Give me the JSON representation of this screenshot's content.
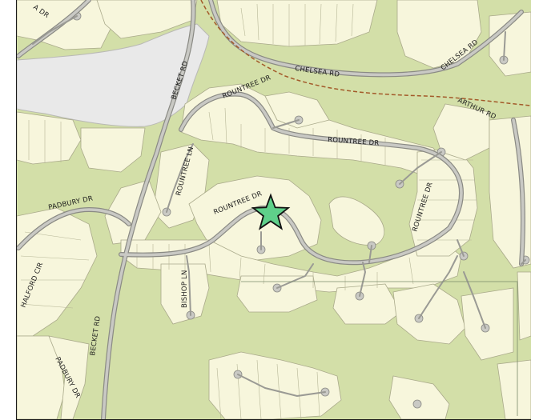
{
  "map": {
    "colors": {
      "land": "#d3dfa8",
      "parcel": "#f7f6dc",
      "parcel_edge": "#a9a98a",
      "road_casing": "#8a8a84",
      "road_fill": "#c9c9c4",
      "water": "#e9e9e9",
      "rail": "#a35a2a",
      "marker_fill": "#5fd08a",
      "marker_stroke": "#111111"
    },
    "street_labels": [
      "CHELSEA RD",
      "CHELSEA RD",
      "ARTHUR RD",
      "BECKET RD",
      "ROUNTREE DR",
      "ROUNTREE DR",
      "ROUNTREE LN",
      "ROUNTREE DR",
      "ROUNTREE DR",
      "PADBURY DR",
      "HALFORD CIR",
      "BISHOP LN",
      "BECKET RD",
      "PADBURY DR",
      "A DR"
    ],
    "marker": {
      "icon": "star-marker-icon"
    }
  }
}
